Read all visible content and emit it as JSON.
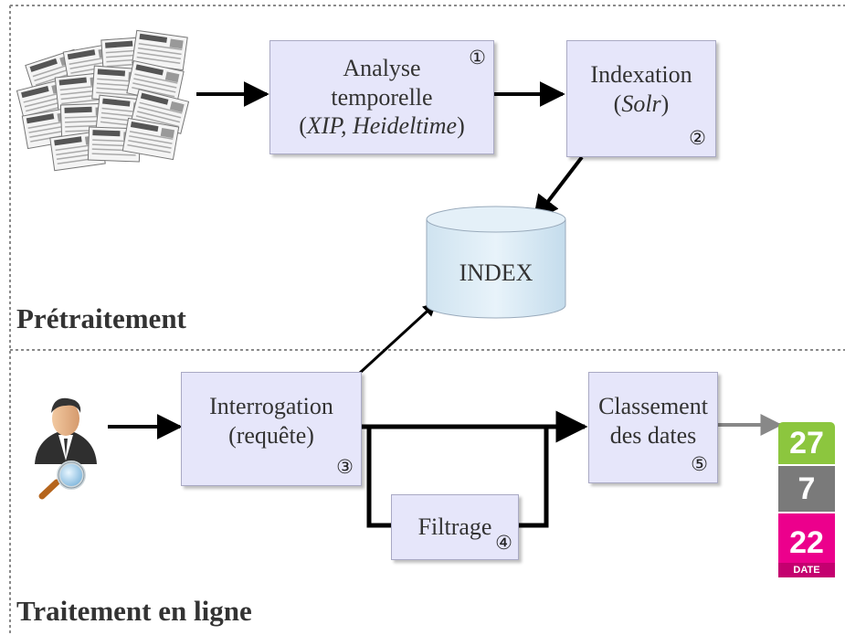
{
  "sections": {
    "pretraitement": "Prétraitement",
    "traitement": "Traitement en ligne"
  },
  "boxes": {
    "analyse": {
      "line1": "Analyse",
      "line2": "temporelle",
      "paren_open": "(",
      "tools": "XIP, Heideltime",
      "paren_close": ")",
      "number": "①"
    },
    "indexation": {
      "line1": "Indexation",
      "paren_open": "(",
      "tool": "Solr",
      "paren_close": ")",
      "number": "②"
    },
    "interrogation": {
      "line1": "Interrogation",
      "line2": "(requête)",
      "number": "③"
    },
    "filtrage": {
      "label": "Filtrage",
      "number": "④"
    },
    "classement": {
      "line1": "Classement",
      "line2": "des dates",
      "number": "⑤"
    }
  },
  "index": {
    "label": "INDEX"
  },
  "calendar": {
    "day1": "27",
    "day2": "7",
    "day3": "22",
    "caption": "DATE",
    "colors": {
      "day1": "#8cc63e",
      "day2": "#7a7a7a",
      "day3": "#ec008c"
    }
  },
  "icons": {
    "news": "newspaper-stack-icon",
    "user": "user-search-icon",
    "calendar": "calendar-dates-icon"
  }
}
